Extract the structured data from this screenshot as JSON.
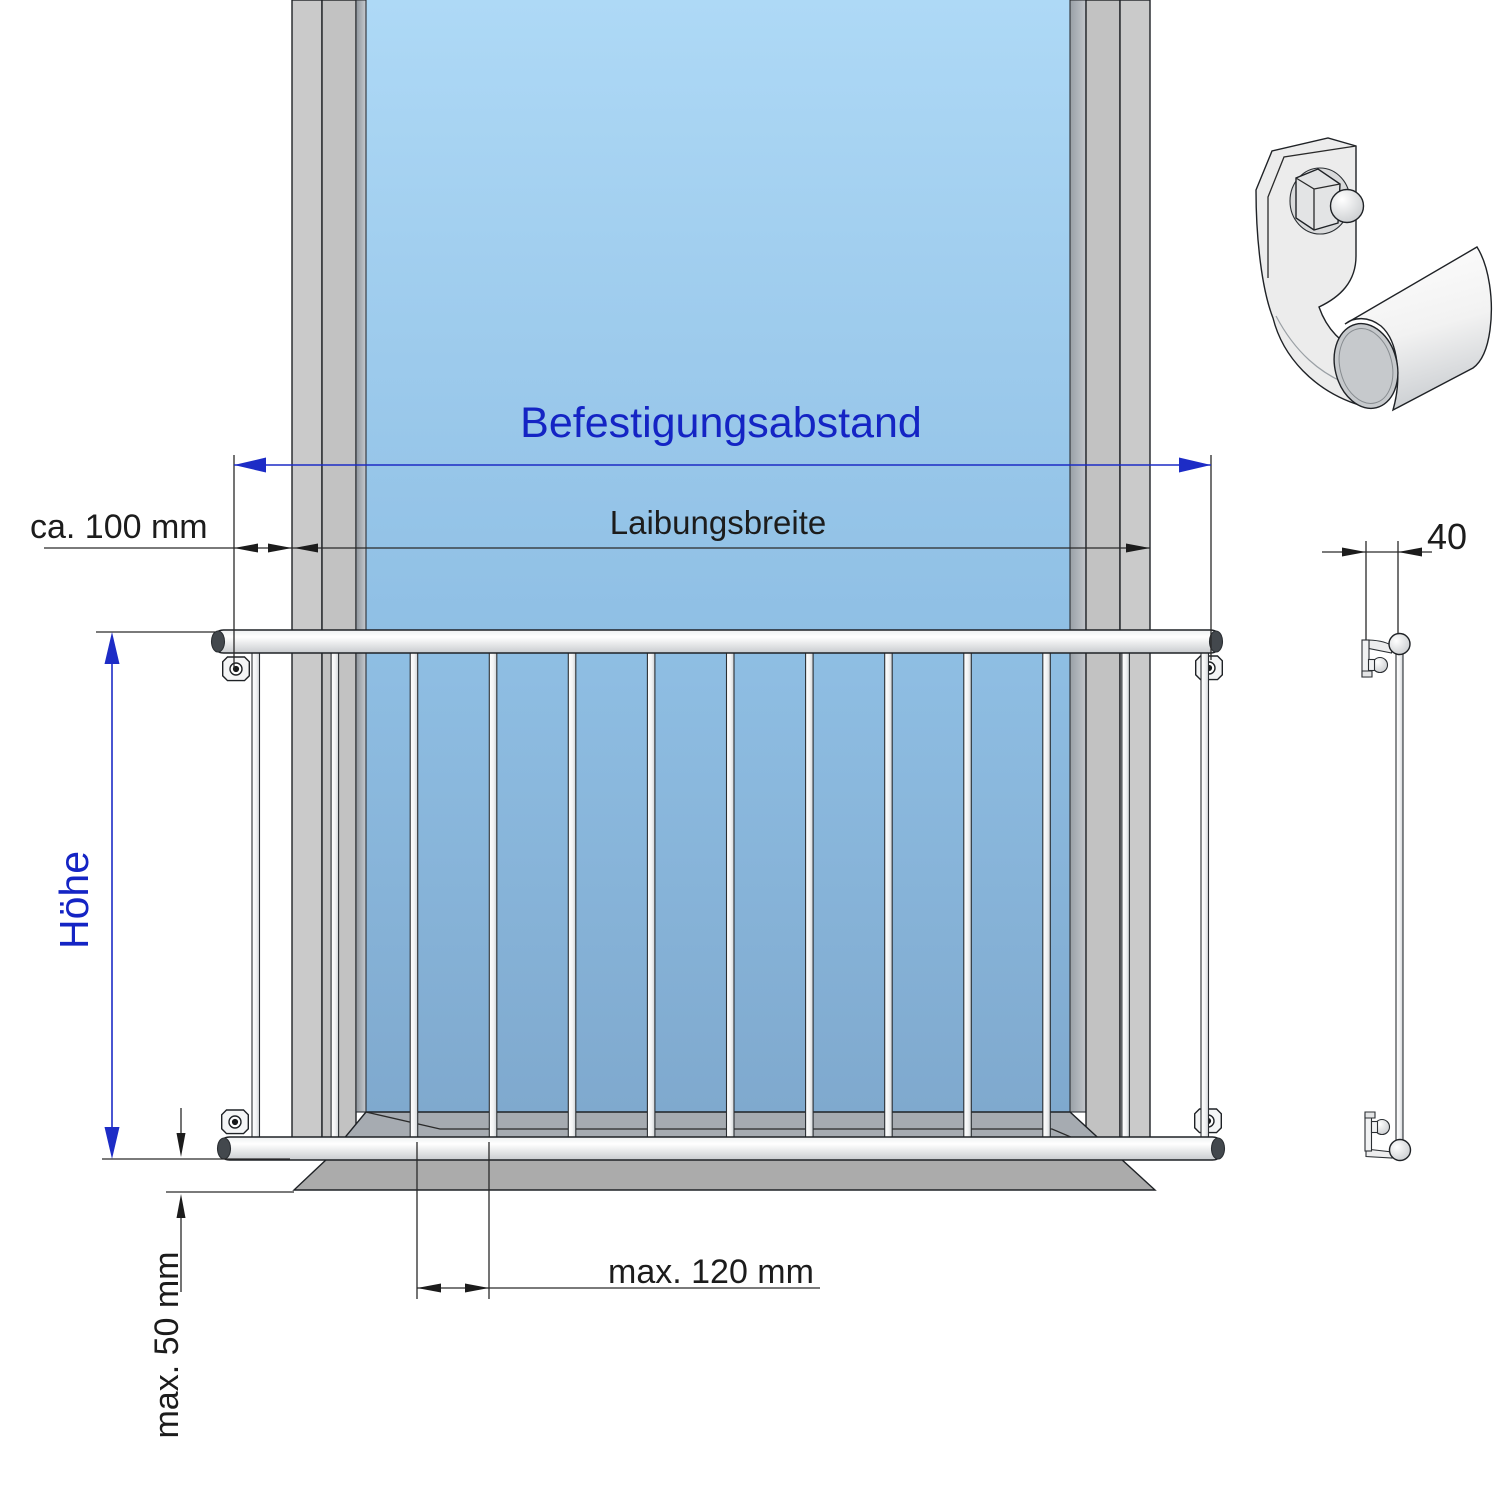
{
  "diagram": {
    "type": "technical-drawing",
    "subject": "French balcony railing mounting dimensions with window front view, side profile view and 3D bracket detail",
    "labels": {
      "befestigungsabstand": "Befestigungsabstand",
      "laibungsbreite": "Laibungsbreite",
      "ca_100_mm": "ca. 100 mm",
      "hoehe": "Höhe",
      "max_50_mm": "max. 50 mm",
      "max_120_mm": "max. 120 mm",
      "offset_40": "40"
    },
    "railing": {
      "vertical_bar_count": 11,
      "end_post_count": 2,
      "horizontal_rail_count": 2,
      "mounting_bracket_count": 4
    },
    "colors": {
      "dimension_blue": "#1424c4",
      "line_black": "#2a2a2a",
      "glass_top": "#aed9f6",
      "glass_bottom": "#7fa9ce",
      "frame_gray": "#cacaca",
      "frame_gray2": "#c2c2c2",
      "reveal_gray": "#a6abb1",
      "sill_gray": "#ababab",
      "metal_white": "#ffffff",
      "background": "#ffffff"
    }
  }
}
